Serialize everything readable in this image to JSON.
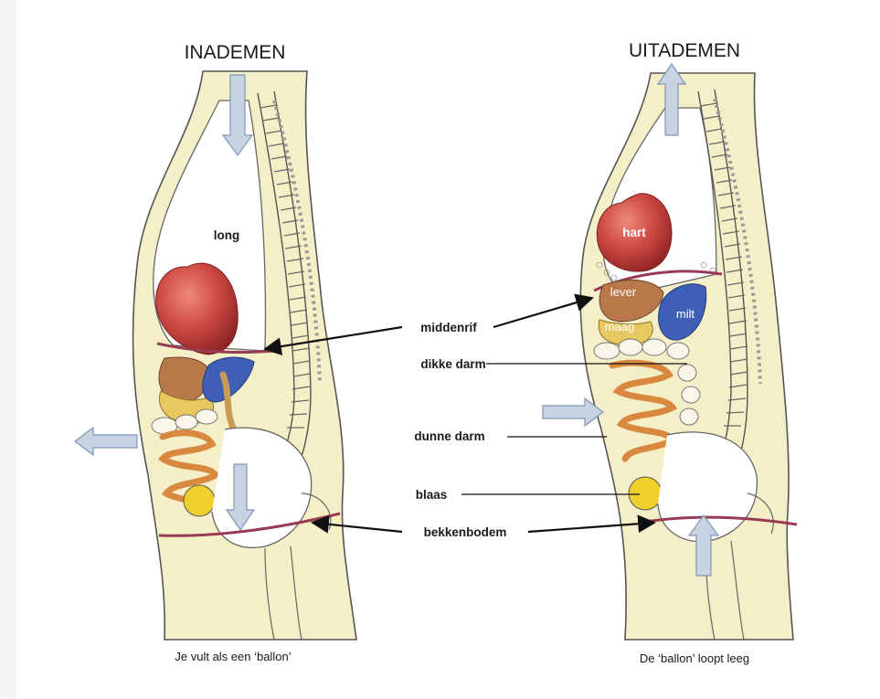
{
  "panels": {
    "inhale": {
      "title": "INADEMEN",
      "caption": "Je vult als een ‘ballon’"
    },
    "exhale": {
      "title": "UITADEMEN",
      "caption": "De ‘ballon’  loopt leeg"
    }
  },
  "organ_labels": {
    "long": "long",
    "hart": "hart",
    "lever": "lever",
    "milt": "milt",
    "maag": "maag"
  },
  "callouts": {
    "middenrif": "middenrif",
    "dikke_darm": "dikke darm",
    "dunne_darm": "dunne darm",
    "blaas": "blaas",
    "bekkenbodem": "bekkenbodem"
  },
  "colors": {
    "body_fill": "#f5efc8",
    "arrow_fill": "#c5d3e3",
    "arrow_stroke": "#7f97b3",
    "heart": "#c84040",
    "diaphragm": "#9a3a55",
    "liver": "#b8784a",
    "spleen": "#3e5fb5",
    "stomach": "#e8c860",
    "intestine": "#d9893f",
    "bladder": "#f0d02a"
  }
}
